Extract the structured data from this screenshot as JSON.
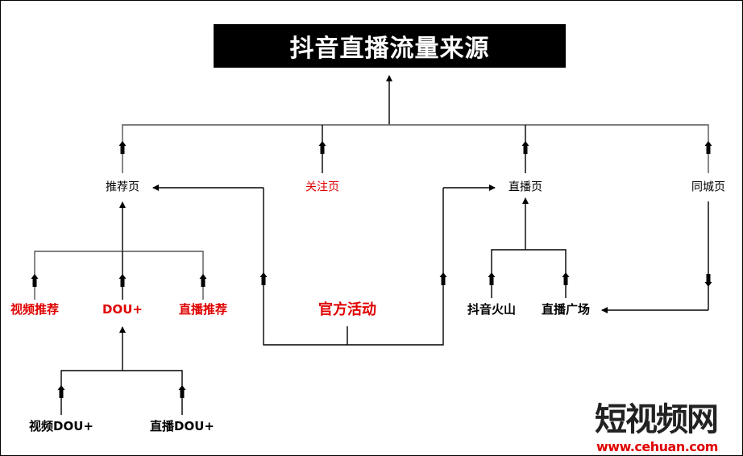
{
  "title": "抖音直播流量来源",
  "nodes": {
    "recommend_page": "推荐页",
    "follow_page": "关注页",
    "live_page": "直播页",
    "local_page": "同城页",
    "video_recommend": "视频推荐",
    "dou_plus": "DOU+",
    "live_recommend": "直播推荐",
    "official_activity": "官方活动",
    "douyin_huoshan": "抖音火山",
    "live_square": "直播广场",
    "video_dou_plus": "视频DOU+",
    "live_dou_plus": "直播DOU+"
  },
  "watermark": {
    "name": "短视频网",
    "url": "www.cehuan.com"
  },
  "colors": {
    "highlight": "#e00000",
    "title_bg": "#000000"
  }
}
